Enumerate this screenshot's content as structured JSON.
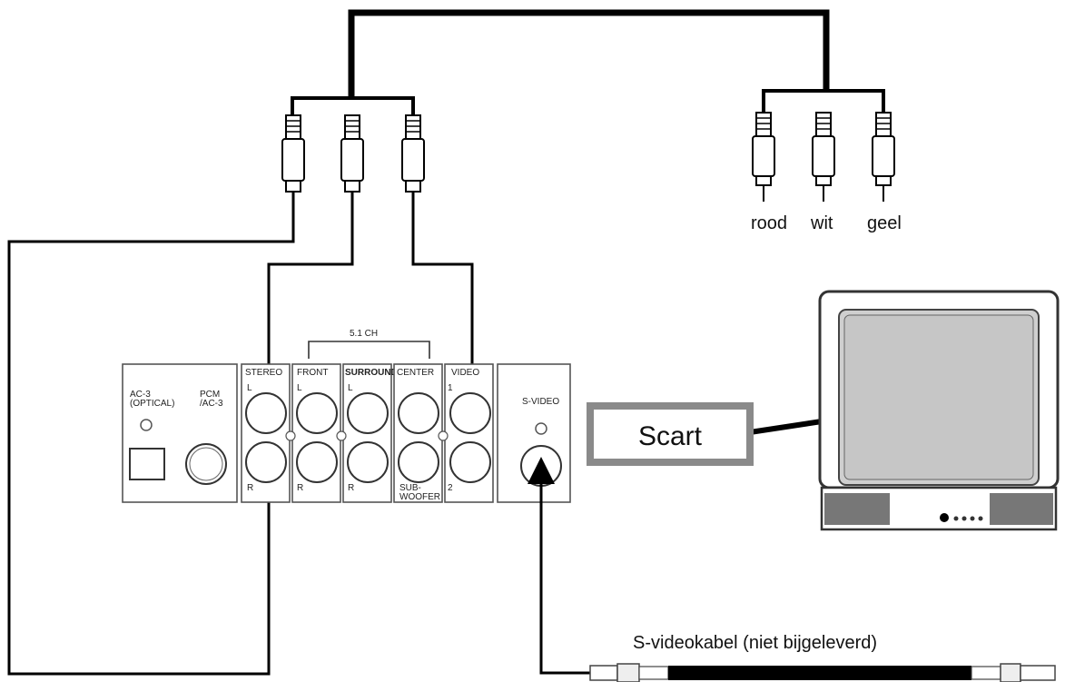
{
  "labels": {
    "rca_colors": [
      "rood",
      "wit",
      "geel"
    ],
    "scart": "Scart",
    "svideo_cable": "S-videokabel (niet bijgeleverd)",
    "group_51": "5.1 CH"
  },
  "panel": {
    "ac3": "AC-3",
    "optical": "(OPTICAL)",
    "pcm": "PCM",
    "pcm_ac3": "/AC-3",
    "stereo": "STEREO",
    "front": "FRONT",
    "surround": "SURROUND",
    "center": "CENTER",
    "video": "VIDEO",
    "svideo": "S-VIDEO",
    "sub": "SUB-",
    "woofer": "WOOFER",
    "l": "L",
    "r": "R",
    "one": "1",
    "two": "2"
  }
}
